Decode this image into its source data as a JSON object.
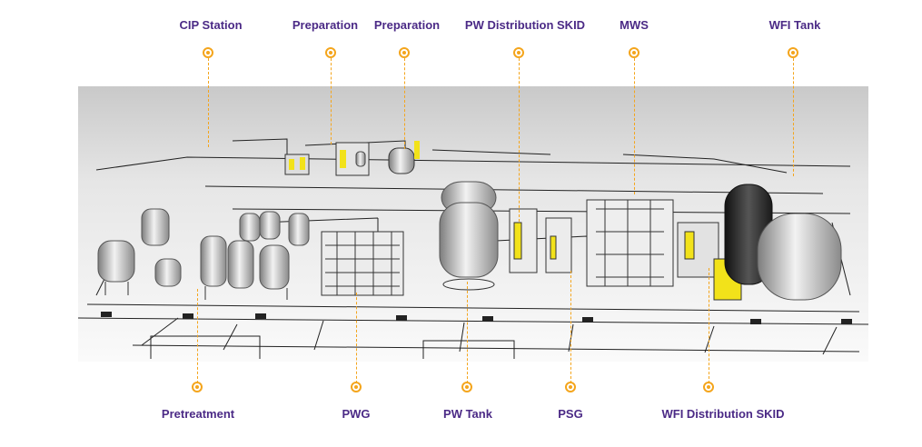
{
  "callouts_top": [
    {
      "id": "cip-station",
      "label": "CIP Station"
    },
    {
      "id": "preparation-1",
      "label": "Preparation"
    },
    {
      "id": "preparation-2",
      "label": "Preparation"
    },
    {
      "id": "pw-distribution-skid",
      "label": "PW Distribution SKID"
    },
    {
      "id": "mws",
      "label": "MWS"
    },
    {
      "id": "wfi-tank",
      "label": "WFI Tank"
    }
  ],
  "callouts_bottom": [
    {
      "id": "pretreatment",
      "label": "Pretreatment"
    },
    {
      "id": "pwg",
      "label": "PWG"
    },
    {
      "id": "pw-tank",
      "label": "PW Tank"
    },
    {
      "id": "psg",
      "label": "PSG"
    },
    {
      "id": "wfi-distribution-skid",
      "label": "WFI Distribution SKID"
    }
  ],
  "colors": {
    "label": "#4b2a86",
    "marker": "#f4a51c",
    "equipment_highlight": "#f2e21a"
  }
}
